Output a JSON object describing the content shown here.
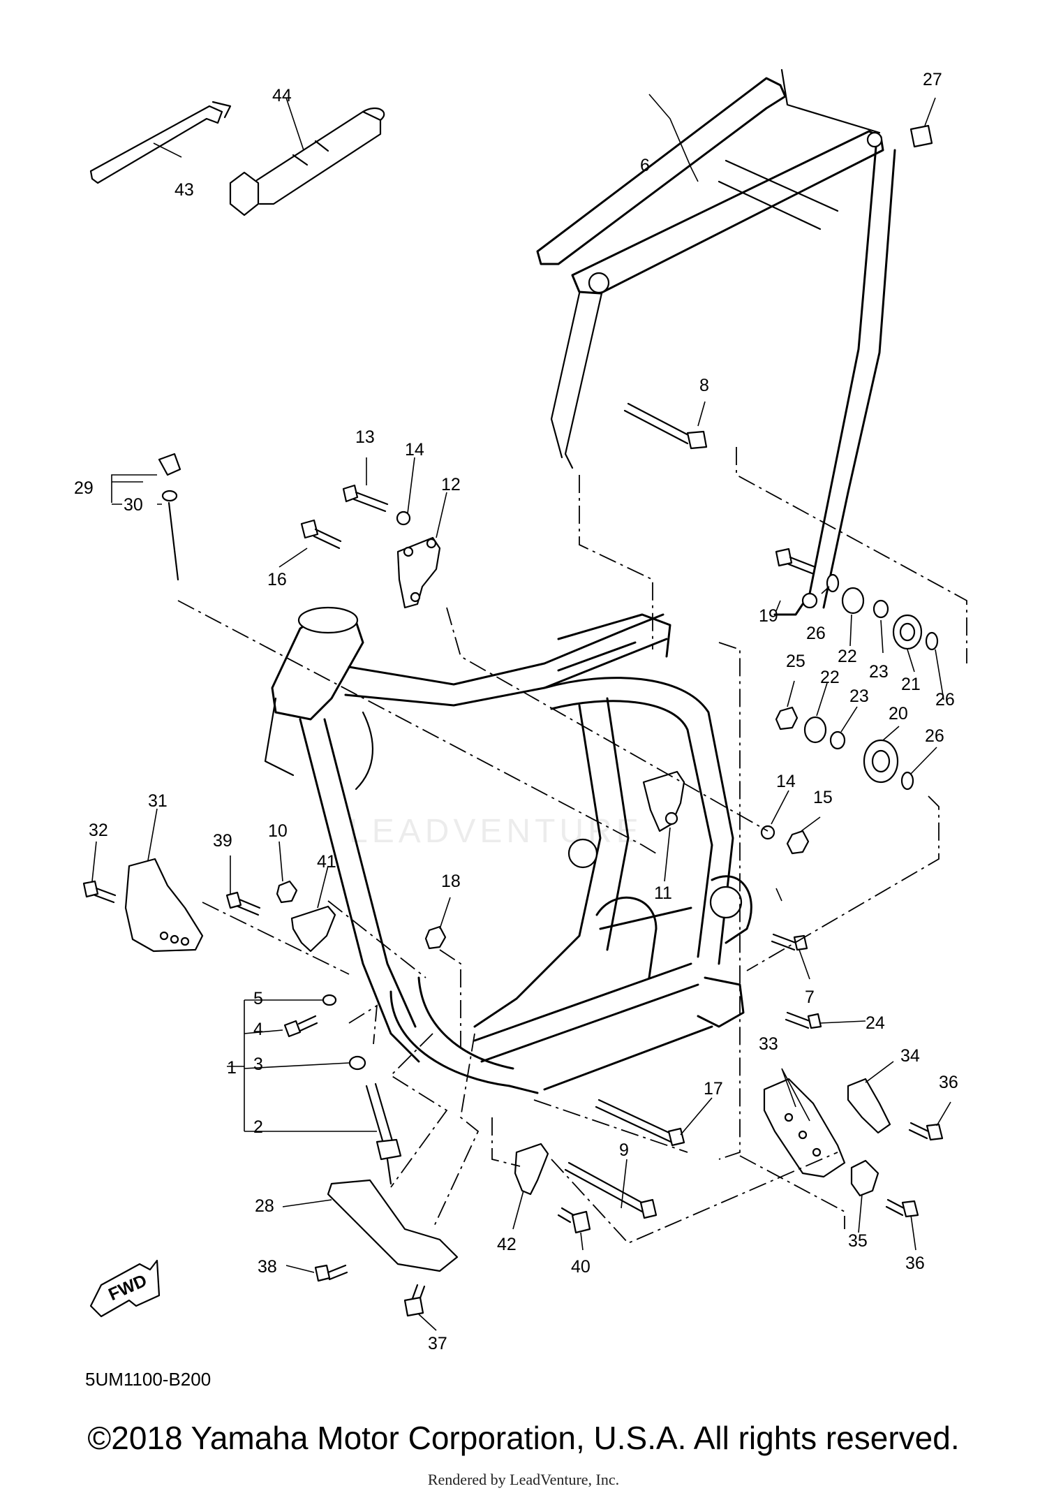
{
  "diagram": {
    "diagram_code": "5UM1100-B200",
    "fwd_label": "FWD",
    "copyright": "©2018 Yamaha Motor Corporation, U.S.A. All rights reserved.",
    "rendered_by": "Rendered by LeadVenture, Inc.",
    "watermark": "LEADVENTURE",
    "callouts": [
      "1",
      "2",
      "3",
      "4",
      "5",
      "6",
      "7",
      "8",
      "9",
      "10",
      "11",
      "12",
      "13",
      "14",
      "14",
      "15",
      "16",
      "17",
      "18",
      "19",
      "20",
      "21",
      "22",
      "22",
      "23",
      "23",
      "24",
      "25",
      "26",
      "26",
      "26",
      "27",
      "28",
      "29",
      "30",
      "31",
      "32",
      "33",
      "34",
      "35",
      "36",
      "36",
      "37",
      "38",
      "39",
      "40",
      "41",
      "42",
      "43",
      "44"
    ]
  }
}
